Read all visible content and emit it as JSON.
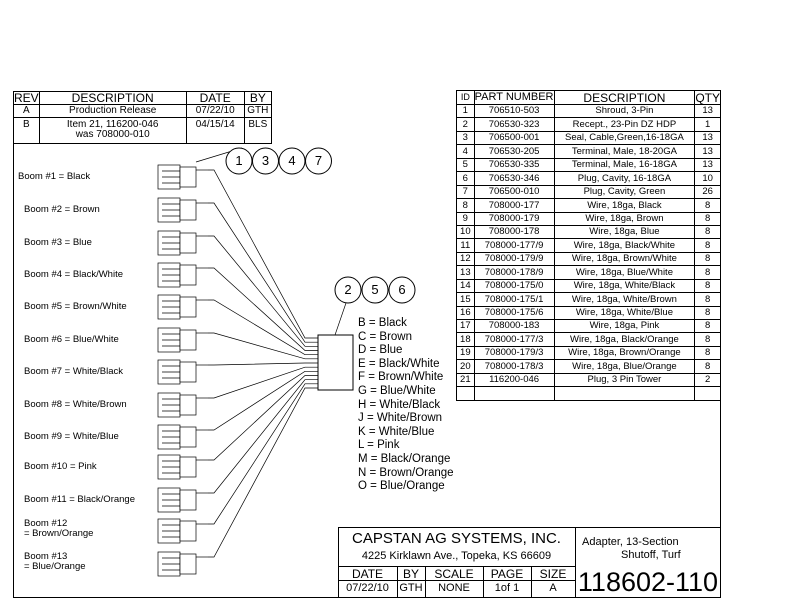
{
  "revisions": {
    "headers": [
      "REV",
      "DESCRIPTION",
      "DATE",
      "BY"
    ],
    "rows": [
      {
        "rev": "A",
        "description": "Production Release",
        "description2": "",
        "date": "07/22/10",
        "by": "GTH"
      },
      {
        "rev": "B",
        "description": "Item 21, 116200-046",
        "description2": "was 708000-010",
        "date": "04/15/14",
        "by": "BLS"
      }
    ]
  },
  "parts": {
    "headers": [
      "ID",
      "PART NUMBER",
      "DESCRIPTION",
      "QTY"
    ],
    "rows": [
      [
        "1",
        "706510-503",
        "Shroud, 3-Pin",
        "13"
      ],
      [
        "2",
        "706530-323",
        "Recept., 23-Pin DZ HDP",
        "1"
      ],
      [
        "3",
        "706500-001",
        "Seal, Cable,Green,16-18GA",
        "13"
      ],
      [
        "4",
        "706530-205",
        "Terminal, Male, 18-20GA",
        "13"
      ],
      [
        "5",
        "706530-335",
        "Terminal, Male, 16-18GA",
        "13"
      ],
      [
        "6",
        "706530-346",
        "Plug, Cavity, 16-18GA",
        "10"
      ],
      [
        "7",
        "706500-010",
        "Plug, Cavity, Green",
        "26"
      ],
      [
        "8",
        "708000-177",
        "Wire, 18ga, Black",
        "8"
      ],
      [
        "9",
        "708000-179",
        "Wire, 18ga, Brown",
        "8"
      ],
      [
        "10",
        "708000-178",
        "Wire, 18ga, Blue",
        "8"
      ],
      [
        "11",
        "708000-177/9",
        "Wire, 18ga, Black/White",
        "8"
      ],
      [
        "12",
        "708000-179/9",
        "Wire, 18ga, Brown/White",
        "8"
      ],
      [
        "13",
        "708000-178/9",
        "Wire, 18ga, Blue/White",
        "8"
      ],
      [
        "14",
        "708000-175/0",
        "Wire, 18ga, White/Black",
        "8"
      ],
      [
        "15",
        "708000-175/1",
        "Wire, 18ga, White/Brown",
        "8"
      ],
      [
        "16",
        "708000-175/6",
        "Wire, 18ga, White/Blue",
        "8"
      ],
      [
        "17",
        "708000-183",
        "Wire, 18ga, Pink",
        "8"
      ],
      [
        "18",
        "708000-177/3",
        "Wire, 18ga, Black/Orange",
        "8"
      ],
      [
        "19",
        "708000-179/3",
        "Wire, 18ga, Brown/Orange",
        "8"
      ],
      [
        "20",
        "708000-178/3",
        "Wire, 18ga, Blue/Orange",
        "8"
      ],
      [
        "21",
        "116200-046",
        "Plug, 3 Pin Tower",
        "2"
      ],
      [
        "",
        "",
        "",
        ""
      ]
    ]
  },
  "booms": [
    {
      "line1": "Boom #1 = Black",
      "line2": ""
    },
    {
      "line1": "Boom #2 = Brown",
      "line2": ""
    },
    {
      "line1": "Boom #3 = Blue",
      "line2": ""
    },
    {
      "line1": "Boom #4 = Black/White",
      "line2": ""
    },
    {
      "line1": "Boom #5 = Brown/White",
      "line2": ""
    },
    {
      "line1": "Boom #6 = Blue/White",
      "line2": ""
    },
    {
      "line1": "Boom #7 = White/Black",
      "line2": ""
    },
    {
      "line1": "Boom #8 = White/Brown",
      "line2": ""
    },
    {
      "line1": "Boom #9 = White/Blue",
      "line2": ""
    },
    {
      "line1": "Boom #10 = Pink",
      "line2": ""
    },
    {
      "line1": "Boom #11 = Black/Orange",
      "line2": ""
    },
    {
      "line1": "Boom #12",
      "line2": "= Brown/Orange"
    },
    {
      "line1": "Boom #13",
      "line2": "= Blue/Orange"
    }
  ],
  "balloons_top": [
    "1",
    "3",
    "4",
    "7"
  ],
  "balloons_mid": [
    "2",
    "5",
    "6"
  ],
  "legend": [
    "B = Black",
    "C = Brown",
    "D = Blue",
    "E = Black/White",
    "F = Brown/White",
    "G = Blue/White",
    "H = White/Black",
    "J = White/Brown",
    "K = White/Blue",
    "L = Pink",
    "M = Black/Orange",
    "N = Brown/Orange",
    "O = Blue/Orange"
  ],
  "title_block": {
    "company": "CAPSTAN AG SYSTEMS, INC.",
    "address": "4225 Kirklawn Ave., Topeka, KS 66609",
    "desc1": "Adapter, 13-Section",
    "desc2": "Shutoff, Turf",
    "headers": [
      "DATE",
      "BY",
      "SCALE",
      "PAGE",
      "SIZE"
    ],
    "values": [
      "07/22/10",
      "GTH",
      "NONE",
      "1of 1",
      "A"
    ],
    "part_number": "118602-110"
  }
}
